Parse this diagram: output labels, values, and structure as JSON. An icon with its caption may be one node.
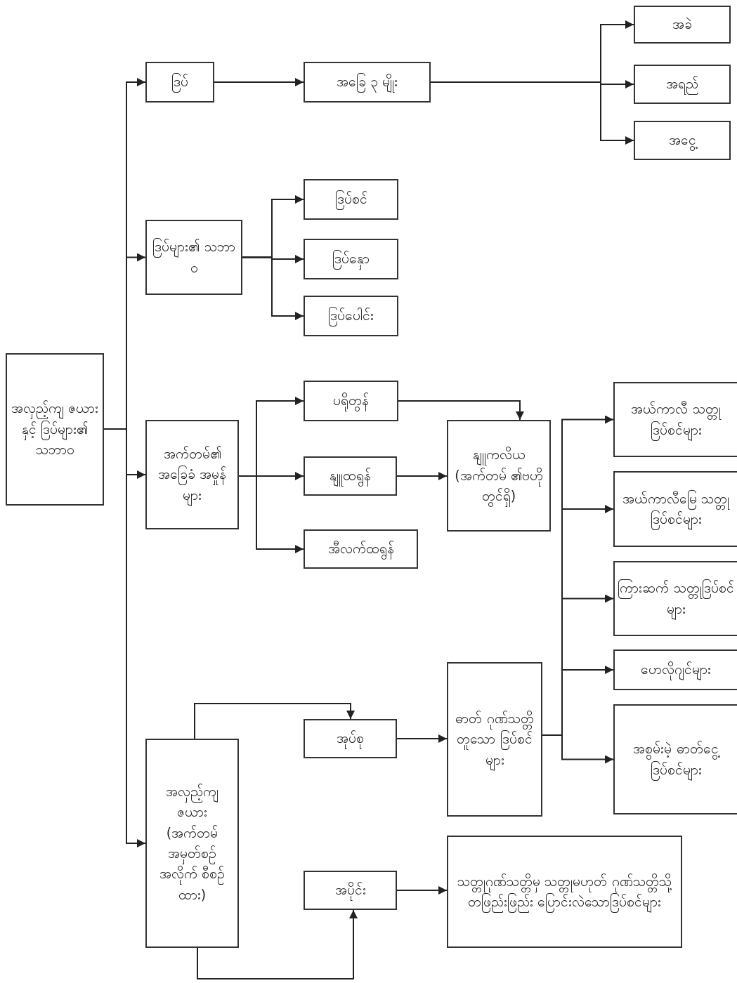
{
  "diagram": {
    "nodes": [
      {
        "text": [
          "အလှည့်ကျ ဇယားနှင့် ဒြပ်များ၏ သဘာဝ"
        ]
      },
      {
        "text": [
          "ဒြပ်"
        ]
      },
      {
        "text": [
          "အခြေ ၃ မျိုး"
        ]
      },
      {
        "text": [
          "အခဲ"
        ]
      },
      {
        "text": [
          "အရည်"
        ]
      },
      {
        "text": [
          "အငွေ့"
        ]
      },
      {
        "text": [
          "ဒြပ်များ၏ သဘာဝ"
        ]
      },
      {
        "text": [
          "ဒြပ်စင်"
        ]
      },
      {
        "text": [
          "ဒြပ်နှော"
        ]
      },
      {
        "text": [
          "ဒြပ်ပေါင်း"
        ]
      },
      {
        "text": [
          "အက်တမ်၏ အခြေခံ အမှုန်များ"
        ]
      },
      {
        "text": [
          "ပရိုတွန်"
        ]
      },
      {
        "text": [
          "နျူထရွန်"
        ]
      },
      {
        "text": [
          "အီလက်ထရွန်"
        ]
      },
      {
        "text": [
          "နျူကလိယ (အက်တမ် ၏ဗဟိုတွင်ရှိ)"
        ]
      },
      {
        "text": [
          "အယ်ကာလီ သတ္တုဒြပ်စင်များ"
        ]
      },
      {
        "text": [
          "အယ်ကာလီမြေ သတ္တုဒြပ်စင်များ"
        ]
      },
      {
        "text": [
          "ကြားဆက် သတ္တုဒြပ်စင်များ"
        ]
      },
      {
        "text": [
          "ဟေလိုဂျင်များ"
        ]
      },
      {
        "text": [
          "အစွမ်းမဲ့ ဓာတ်ငွေ့ ဒြပ်စင်များ"
        ]
      },
      {
        "text": [
          "အလှည့်ကျ ဇယား (အက်တမ် အမှတ်စဉ် အလိုက် စီစဉ်ထား)"
        ]
      },
      {
        "text": [
          "အုပ်စု"
        ]
      },
      {
        "text": [
          "ဓာတ် ဂုဏ်သတ္တိ တူသော ဒြပ်စင်များ"
        ]
      },
      {
        "text": [
          "အပိုင်း"
        ]
      },
      {
        "text": [
          "သတ္တုဂုဏ်သတ္တိမှ သတ္တုမဟုတ် ဂုဏ်သတ္တိသို့ တဖြည်းဖြည်း ပြောင်းလဲသောဒြပ်စင်များ"
        ]
      }
    ],
    "edges": [
      {
        "from": 0,
        "to": 1,
        "arrow": "to"
      },
      {
        "from": 0,
        "to": 6,
        "arrow": "to"
      },
      {
        "from": 0,
        "to": 10,
        "arrow": "to"
      },
      {
        "from": 0,
        "to": 20,
        "arrow": "to"
      },
      {
        "from": 1,
        "to": 2,
        "arrow": "to"
      },
      {
        "from": 2,
        "to": 3,
        "arrow": "to"
      },
      {
        "from": 2,
        "to": 4,
        "arrow": "to"
      },
      {
        "from": 2,
        "to": 5,
        "arrow": "to"
      },
      {
        "from": 6,
        "to": 7,
        "arrow": "to"
      },
      {
        "from": 6,
        "to": 8,
        "arrow": "to"
      },
      {
        "from": 6,
        "to": 9,
        "arrow": "to"
      },
      {
        "from": 10,
        "to": 11,
        "arrow": "to"
      },
      {
        "from": 10,
        "to": 12,
        "arrow": "to"
      },
      {
        "from": 10,
        "to": 13,
        "arrow": "to"
      },
      {
        "from": 11,
        "to": 14,
        "arrow": "to"
      },
      {
        "from": 12,
        "to": 14,
        "arrow": "to"
      },
      {
        "from": 20,
        "to": 21,
        "arrow": "to"
      },
      {
        "from": 20,
        "to": 23,
        "arrow": "to"
      },
      {
        "from": 21,
        "to": 22,
        "arrow": "to"
      },
      {
        "from": 23,
        "to": 24,
        "arrow": "to"
      },
      {
        "from": 22,
        "to": 15,
        "arrow": "to"
      },
      {
        "from": 22,
        "to": 16,
        "arrow": "to"
      },
      {
        "from": 22,
        "to": 17,
        "arrow": "to"
      },
      {
        "from": 22,
        "to": 18,
        "arrow": "to"
      },
      {
        "from": 22,
        "to": 19,
        "arrow": "to"
      }
    ]
  }
}
